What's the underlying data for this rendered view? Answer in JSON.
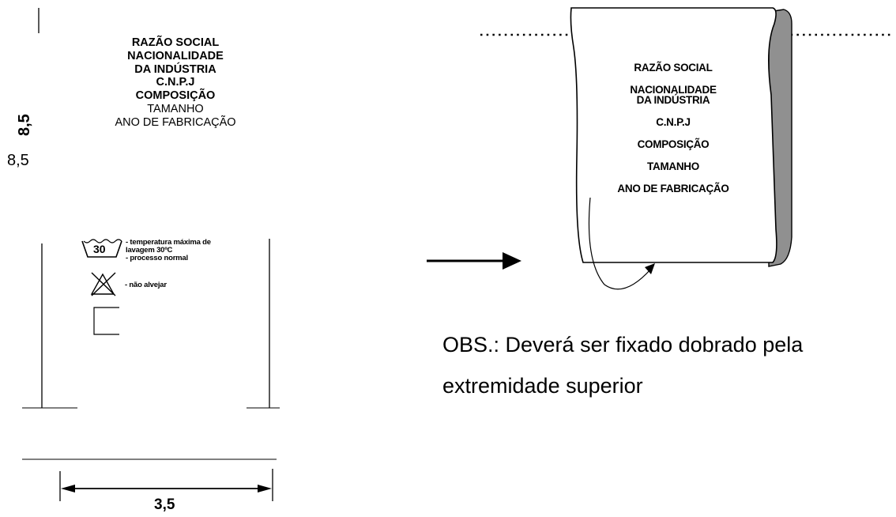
{
  "label_fields": [
    {
      "text": "RAZÃO SOCIAL",
      "bold": true
    },
    {
      "text": "NACIONALIDADE",
      "bold": true
    },
    {
      "text": "DA INDÚSTRIA",
      "bold": true
    },
    {
      "text": "C.N.P.J",
      "bold": true
    },
    {
      "text": "COMPOSIÇÃO",
      "bold": true
    },
    {
      "text": "TAMANHO",
      "bold": false
    },
    {
      "text": "ANO DE FABRICAÇÃO",
      "bold": false
    }
  ],
  "dimensions": {
    "height_label_rotated": "8,5",
    "height_label": "8,5",
    "width_label": "3,5"
  },
  "care_symbols": {
    "wash_temp_value": "30",
    "wash_text": [
      "- temperatura máxima de",
      "lavagem 30ºC",
      "- processo normal"
    ],
    "bleach_text": "- não alvejar"
  },
  "folded_label": {
    "lines": [
      "RAZÃO SOCIAL",
      "NACIONALIDADE",
      "DA INDÚSTRIA",
      "C.N.P.J",
      "COMPOSIÇÃO",
      "TAMANHO",
      "ANO DE FABRICAÇÃO"
    ]
  },
  "note": {
    "line1": "OBS.: Deverá ser fixado dobrado pela",
    "line2": "extremidade superior"
  }
}
